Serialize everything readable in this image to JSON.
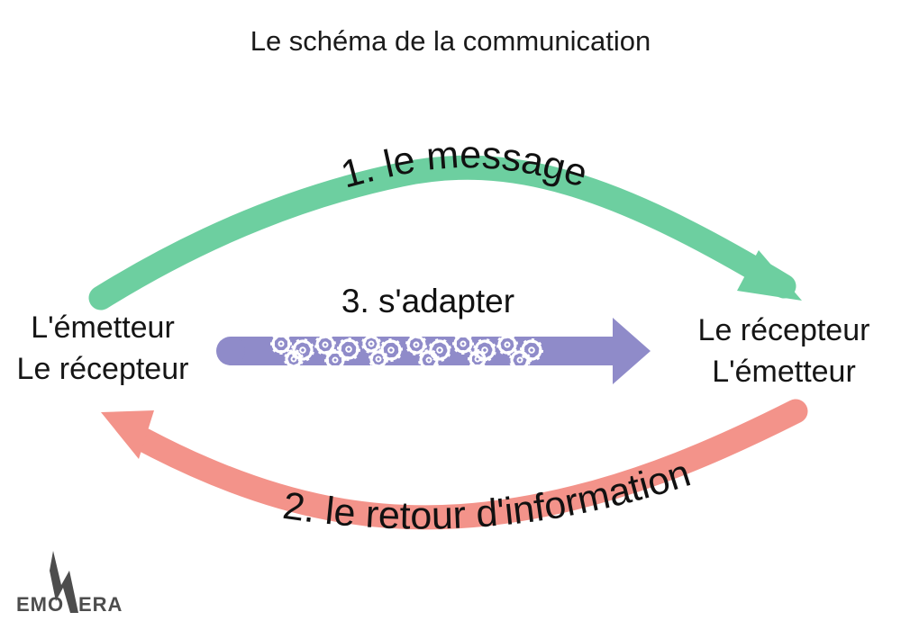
{
  "title": "Le schéma de la communication",
  "left_node": {
    "line1": "L'émetteur",
    "line2": "Le récepteur"
  },
  "right_node": {
    "line1": "Le récepteur",
    "line2": "L'émetteur"
  },
  "arrows": {
    "message": {
      "label": "1. le message",
      "color": "#6dcfa0"
    },
    "feedback": {
      "label": "2. le retour d'information",
      "color": "#f3938a"
    },
    "adapt": {
      "label": "3. s'adapter",
      "color": "#8f8bc9"
    }
  },
  "logo": {
    "part1": "EMO",
    "part2": "ERA",
    "icon": "lightning-v-icon"
  },
  "colors": {
    "text": "#111111",
    "gear": "#ffffff"
  }
}
